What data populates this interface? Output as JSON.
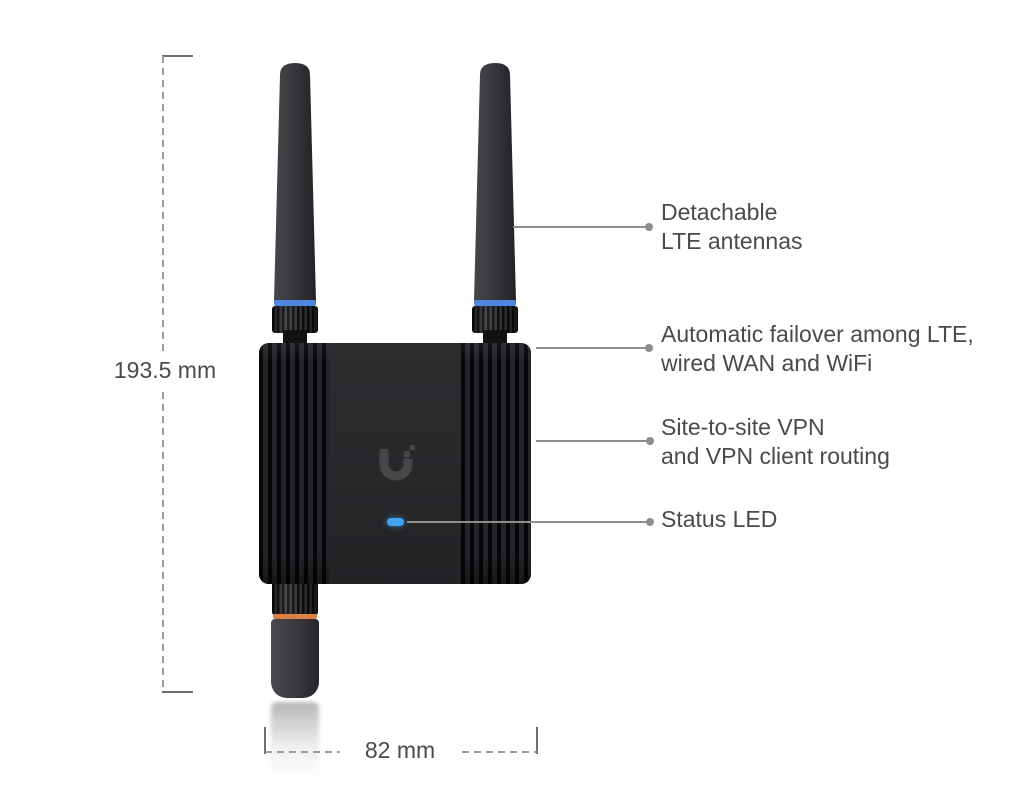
{
  "page": {
    "background": "#ffffff"
  },
  "dimension_annotations": {
    "height": {
      "label": "193.5 mm"
    },
    "width": {
      "label": "82 mm"
    }
  },
  "callouts": [
    {
      "name": "detachable-lte-antennas",
      "line1": "Detachable",
      "line2": "LTE antennas"
    },
    {
      "name": "automatic-failover",
      "line1": "Automatic failover among LTE,",
      "line2": "wired WAN and WiFi"
    },
    {
      "name": "site-to-site-vpn",
      "line1": "Site-to-site VPN",
      "line2": "and VPN client routing"
    },
    {
      "name": "status-led",
      "line1": "Status LED",
      "line2": ""
    }
  ],
  "device": {
    "logo_icon": "ubiquiti-u-logo",
    "status_led_color": "#42a4f4",
    "antenna_ring_top_color": "#4e86e0",
    "antenna_ring_bottom_color": "#e07f45"
  },
  "style": {
    "text_color": "#4a4a4c",
    "leader_line_color": "#8d8d8d",
    "dimension_dash_color": "#9b9b9b",
    "tick_color": "#6f6f6f",
    "device_body_color": "#1c1c1f",
    "device_panel_color": "#28282b"
  }
}
